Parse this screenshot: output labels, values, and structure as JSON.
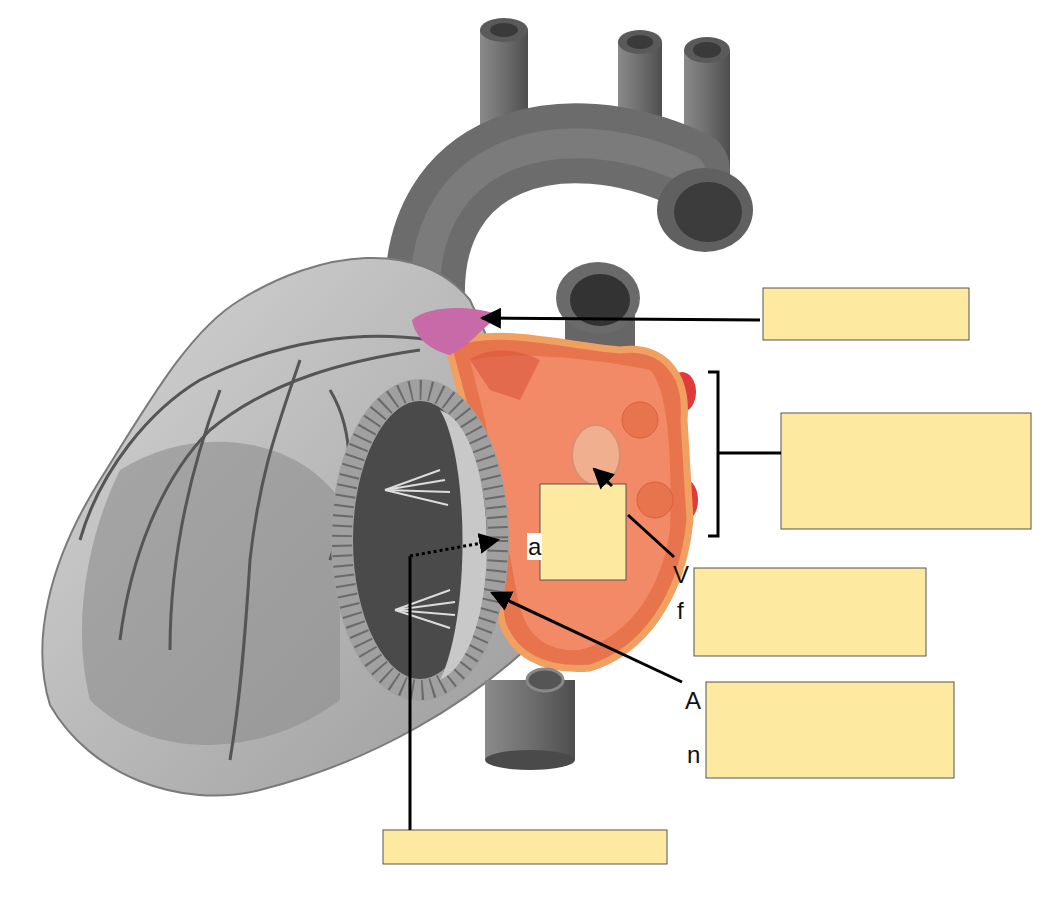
{
  "diagram": {
    "labels": [
      "a",
      "V",
      "f",
      "A",
      "n"
    ]
  }
}
